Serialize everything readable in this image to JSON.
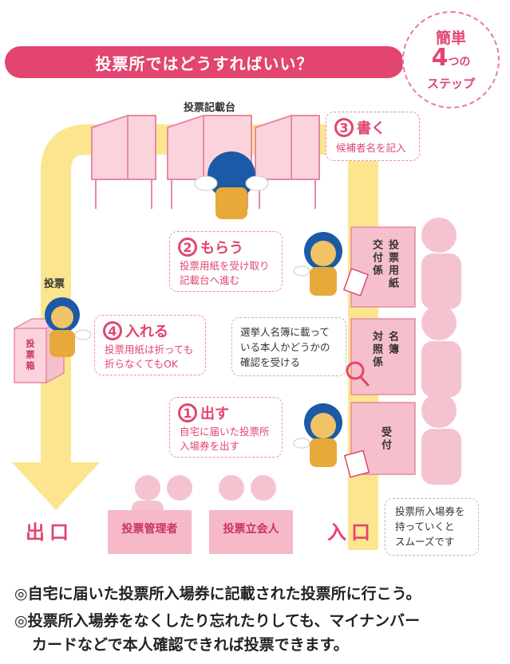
{
  "header": {
    "title": "投票所ではどうすればいい？",
    "badge_line1": "簡単",
    "badge_num": "4",
    "badge_num_suffix": "つの",
    "badge_line3": "ステップ"
  },
  "labels": {
    "booth": "投票記載台",
    "ballot": "投票",
    "ballot_box": "投票箱",
    "exit": "出口",
    "entry": "入口",
    "manager": "投票管理者",
    "witness": "投票立会人"
  },
  "steps": {
    "step3": {
      "num": "3",
      "title": "書く",
      "desc": "候補者名を記入"
    },
    "step2": {
      "num": "2",
      "title": "もらう",
      "desc1": "投票用紙を受け取り",
      "desc2": "記載台へ進む"
    },
    "step4": {
      "num": "4",
      "title": "入れる",
      "desc1": "投票用紙は折っても",
      "desc2": "折らなくてもOK"
    },
    "step1": {
      "num": "1",
      "title": "出す",
      "desc1": "自宅に届いた投票所",
      "desc2": "入場券を出す"
    }
  },
  "desks": {
    "ballot_desk": [
      "交付係",
      "投票用紙"
    ],
    "roll_desk": [
      "対照係",
      "名簿"
    ],
    "reception": "受付"
  },
  "info_bubbles": {
    "roll_check": [
      "選挙人名簿に載って",
      "いる本人かどうかの",
      "確認を受ける"
    ],
    "entry_tip": [
      "投票所入場券を",
      "持っていくと",
      "スムーズです"
    ]
  },
  "notes": {
    "note1": "◎自宅に届いた投票所入場券に記載された投票所に行こう。",
    "note2a": "◎投票所入場券をなくしたり忘れたりしても、マイナンバー",
    "note2b": "カードなどで本人確認できれば投票できます。"
  },
  "colors": {
    "accent": "#e2456f",
    "path": "#fbe58f",
    "booth_pink": "#f6bfcc",
    "person_pink": "#f5c3cf"
  }
}
